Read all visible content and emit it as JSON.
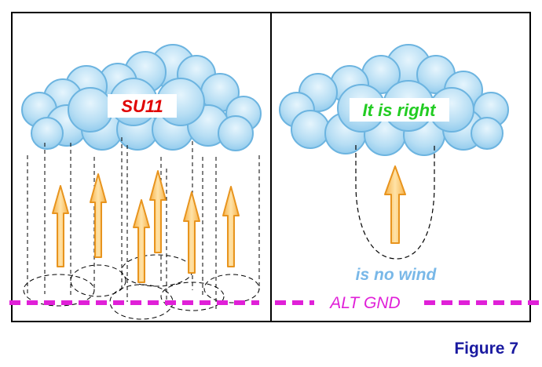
{
  "left_panel": {
    "label": "SU11"
  },
  "right_panel": {
    "label": "It is right",
    "caption": "is no wind"
  },
  "ground": {
    "label": "ALT GND"
  },
  "figure_label": "Figure 7",
  "colors": {
    "panel_border": "#000000",
    "cloud_fill": "#a9d6f0",
    "cloud_light": "#d6eefb",
    "cloud_stroke": "#6cb4e0",
    "arrow_fill": "#f7c26a",
    "arrow_stroke": "#e8941e",
    "ground_line": "#e020d8",
    "label_red": "#e00000",
    "label_green": "#22cc22",
    "caption_blue": "#79b8e8",
    "figure_blue": "#1a1aa0"
  }
}
